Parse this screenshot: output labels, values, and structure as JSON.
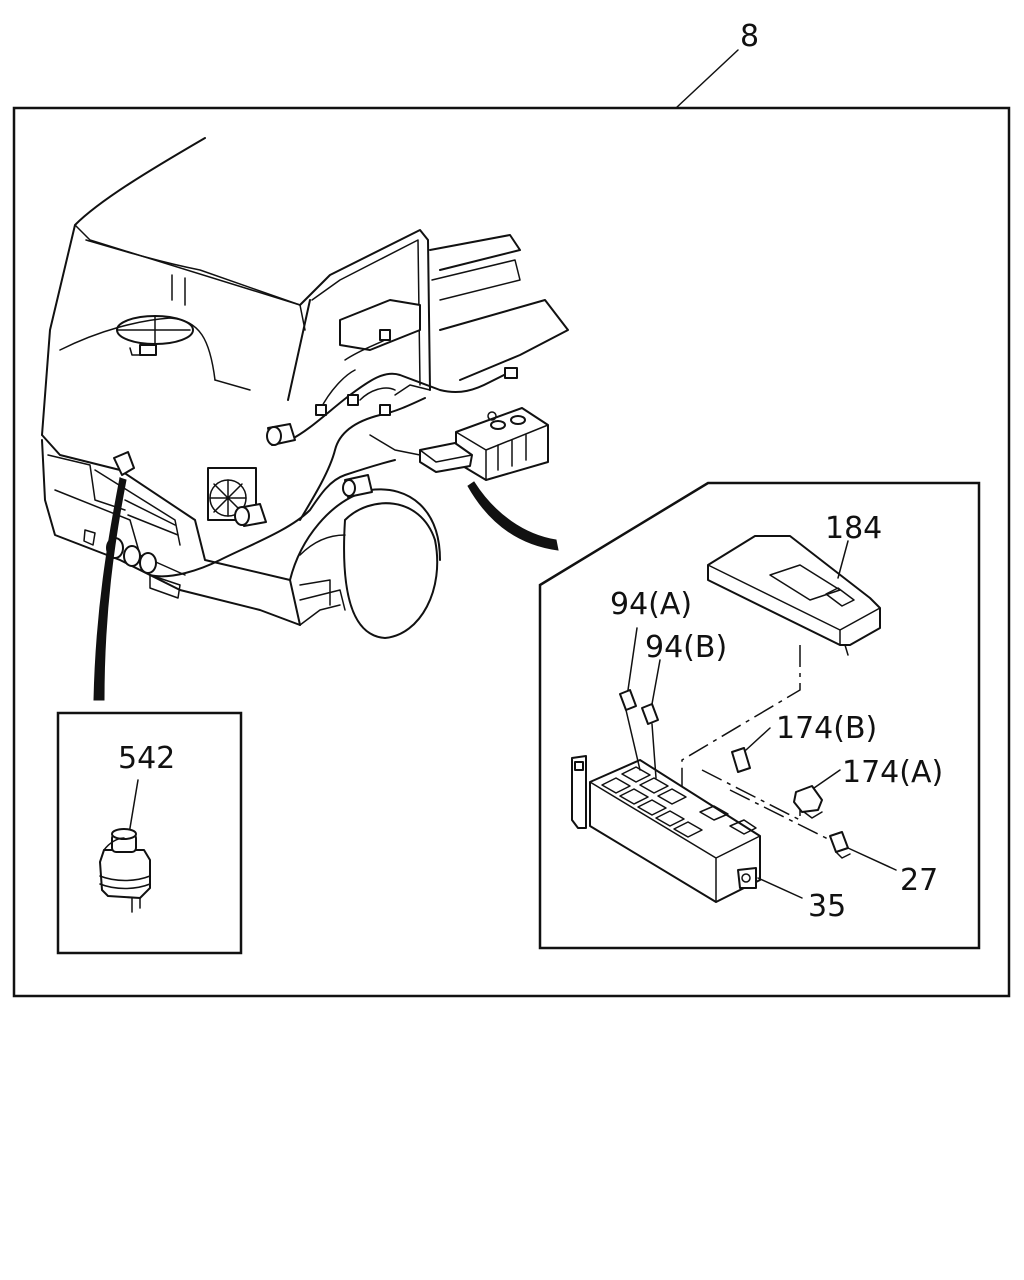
{
  "callouts": {
    "assembly": "8",
    "fuse_box_cover": "184",
    "relay_94a": "94(A)",
    "relay_94b": "94(B)",
    "relay_174b": "174(B)",
    "relay_174a": "174(A)",
    "relay_27": "27",
    "fuse_box": "35",
    "washer_tank": "542"
  }
}
